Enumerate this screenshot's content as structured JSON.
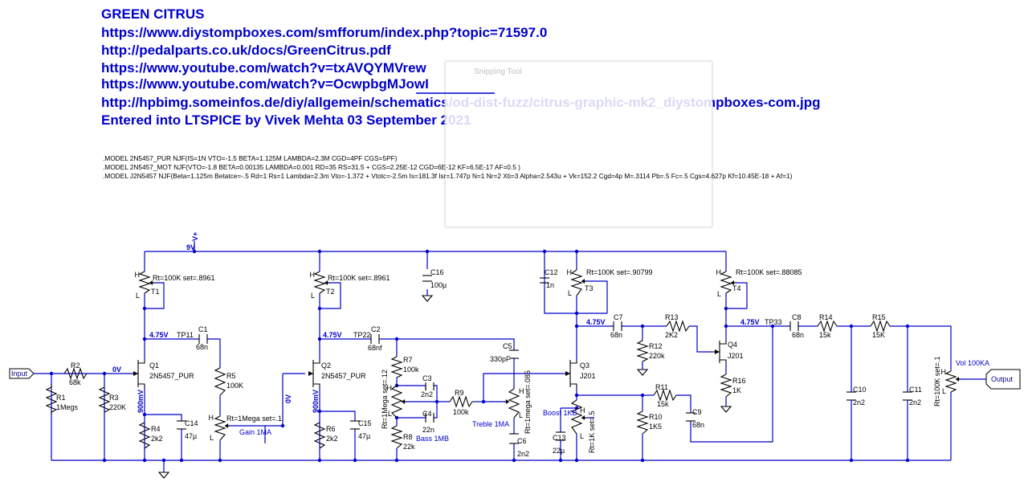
{
  "header": {
    "lines": [
      "GREEN CITRUS",
      "https://www.diystompboxes.com/smfforum/index.php?topic=71597.0",
      "http://pedalparts.co.uk/docs/GreenCitrus.pdf",
      "https://www.youtube.com/watch?v=txAVQYMVrew",
      "https://www.youtube.com/watch?v=OcwpbgMJowI",
      "http://hpbimg.someinfos.de/diy/allgemein/schematics/od-dist-fuzz/citrus-graphic-mk2_diystompboxes-com.jpg",
      "Entered into LTSPICE by Vivek Mehta 03 September 2021"
    ]
  },
  "models": [
    ".MODEL 2N5457_PUR NJF(IS=1N VTO=-1.5 BETA=1.125M LAMBDA=2.3M CGD=4PF CGS=5PF)",
    ".MODEL 2N5457_MOT NJF(VTO=-1.8 BETA=0.00135 LAMBDA=0.001 RD=35 RS=31.5 + CGS=2.25E-12 CGD=6E-12 KF=6.5E-17 AF=0.5 )",
    ".MODEL J2N5457 NJF(Beta=1.125m Betatce=-.5 Rd=1 Rs=1 Lambda=2.3m Vto=-1.372 + Vtotc=-2.5m Is=181.3f Isr=1.747p N=1 Nr=2 Xti=3 Alpha=2.543u + Vk=152.2 Cgd=4p M=.3114 Pb=.5 Fc=.5 Cgs=4.627p Kf=10.45E-18 + Af=1)"
  ],
  "overlay": {
    "title": "Snipping Tool"
  },
  "ports": {
    "input": "Input",
    "output": "Output"
  },
  "nets": {
    "vplus": "V+",
    "v9": "9V",
    "v0": "0V",
    "v475a": "4.75V",
    "v475b": "4.75V",
    "v475c": "4.75V",
    "v475d": "4.75V",
    "v900a": "900mV",
    "v900b": "900mV",
    "v0b": "0V",
    "tp11": "TP11",
    "tp22": "TP22",
    "tp33": "TP33"
  },
  "pot_letters": [
    "H",
    "L"
  ],
  "components": {
    "r1": [
      "R1",
      "1Megs"
    ],
    "r2": [
      "R2",
      "68k"
    ],
    "r3": [
      "R3",
      "220K"
    ],
    "r4": [
      "R4",
      "2k2"
    ],
    "r5": [
      "R5",
      "100K"
    ],
    "r6": [
      "R6",
      "2k2"
    ],
    "r7": [
      "R7",
      "100k"
    ],
    "r8": [
      "R8",
      "22k"
    ],
    "r9": [
      "R9",
      "100k"
    ],
    "r10": [
      "R10",
      "1K5"
    ],
    "r11": [
      "R11",
      "15k"
    ],
    "r12": [
      "R12",
      "220k"
    ],
    "r13": [
      "R13",
      "2K2"
    ],
    "r14": [
      "R14",
      "15k"
    ],
    "r15": [
      "R15",
      "15K"
    ],
    "r16": [
      "R16",
      "1K"
    ],
    "c1": [
      "C1",
      "68n"
    ],
    "c2": [
      "C2",
      "68nf"
    ],
    "c3": [
      "C3",
      "2n2"
    ],
    "c4": [
      "C4",
      "22n"
    ],
    "c5": [
      "C5",
      "330pF"
    ],
    "c6": [
      "C6",
      "2n2"
    ],
    "c7": [
      "C7",
      "68n"
    ],
    "c8": [
      "C8",
      "68n"
    ],
    "c9": [
      "C9",
      "68n"
    ],
    "c10": [
      "C10",
      "2n2"
    ],
    "c11": [
      "C11",
      "2n2"
    ],
    "c12": [
      "C12",
      "1n"
    ],
    "c13": [
      "C13",
      "22µ"
    ],
    "c14": [
      "C14",
      "47µ"
    ],
    "c15": [
      "C15",
      "47µ"
    ],
    "c16": [
      "C16",
      "100µ"
    ],
    "q1": [
      "Q1",
      "2N5457_PUR"
    ],
    "q2": [
      "Q2",
      "2N5457_PUR"
    ],
    "q3": [
      "Q3",
      "J201"
    ],
    "q4": [
      "Q4",
      "J201"
    ],
    "t1": [
      "T1",
      "Rt=100K set=.8961"
    ],
    "t2": [
      "T2",
      "Rt=100K set=.8961"
    ],
    "t3": [
      "T3",
      "Rt=100K set=.90799"
    ],
    "t4": [
      "T4",
      "Rt=100K set=.88085"
    ],
    "gain": [
      "Gain 1MA",
      "Rt=1Mega set=.1"
    ],
    "bass": [
      "Bass 1MB",
      "Rt=1Mega set=.12"
    ],
    "treble": [
      "Treble 1MA",
      "Rt=1mega set=.085"
    ],
    "boost": [
      "Boost 1KB",
      "Rt=1K set=.5"
    ],
    "vol": [
      "Vol 100KA",
      "Rt=100K set=.1"
    ]
  }
}
